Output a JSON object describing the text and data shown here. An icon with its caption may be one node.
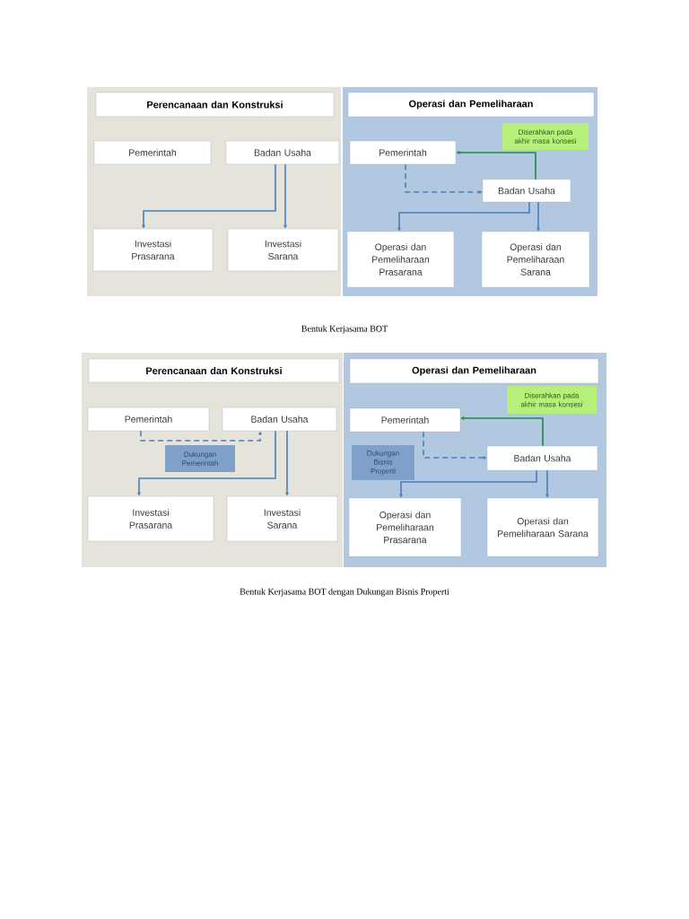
{
  "diagram": {
    "nodes": [
      {
        "text": [
          "Perencanaan dan Konstruksi"
        ]
      },
      {
        "text": [
          "Pemerintah"
        ]
      },
      {
        "text": [
          "Badan Usaha"
        ]
      },
      {
        "text": [
          "Investasi Prasarana"
        ]
      },
      {
        "text": [
          "Investasi Sarana"
        ]
      },
      {
        "text": [
          "Operasi dan Pemeliharaan"
        ]
      },
      {
        "text": [
          "Diserahkan pada akhir masa konsesi"
        ]
      },
      {
        "text": [
          "Pemerintah"
        ]
      },
      {
        "text": [
          "Badan Usaha"
        ]
      },
      {
        "text": [
          "Operasi dan Pemeliharaan Prasarana"
        ]
      },
      {
        "text": [
          "Operasi dan Pemeliharaan Sarana"
        ]
      },
      {
        "text": [
          "Perencanaan dan Konstruksi"
        ]
      },
      {
        "text": [
          "Pemerintah"
        ]
      },
      {
        "text": [
          "Badan Usaha"
        ]
      },
      {
        "text": [
          "Dukungan Pemerintah"
        ]
      },
      {
        "text": [
          "Investasi Prasarana"
        ]
      },
      {
        "text": [
          "Investasi Sarana"
        ]
      },
      {
        "text": [
          "Operasi dan Pemeliharaan"
        ]
      },
      {
        "text": [
          "Diserahkan pada akhir masa konsesi"
        ]
      },
      {
        "text": [
          "Pemerintah"
        ]
      },
      {
        "text": [
          "Dukungan Bisnis Properti"
        ]
      },
      {
        "text": [
          "Badan Usaha"
        ]
      },
      {
        "text": [
          "Operasi dan Pemeliharaan Prasarana"
        ]
      },
      {
        "text": [
          "Operasi dan Pemeliharaan Sarana"
        ]
      }
    ],
    "edges": [
      {
        "from": 2,
        "to": 3,
        "arrow": "to"
      },
      {
        "from": 2,
        "to": 4,
        "arrow": "to"
      },
      {
        "from": 8,
        "to": 7,
        "arrow": "to",
        "color": "#1e8c3a"
      },
      {
        "from": 7,
        "to": 8,
        "arrow": "to",
        "style": "dashed"
      },
      {
        "from": 8,
        "to": 9,
        "arrow": "to"
      },
      {
        "from": 8,
        "to": 10,
        "arrow": "to"
      },
      {
        "from": 12,
        "to": 13,
        "arrow": "to",
        "style": "dashed"
      },
      {
        "from": 13,
        "to": 15,
        "arrow": "to"
      },
      {
        "from": 13,
        "to": 16,
        "arrow": "to"
      },
      {
        "from": 21,
        "to": 19,
        "arrow": "to",
        "color": "#1e8c3a"
      },
      {
        "from": 19,
        "to": 21,
        "arrow": "to",
        "style": "dashed"
      },
      {
        "from": 21,
        "to": 22,
        "arrow": "to"
      },
      {
        "from": 21,
        "to": 23,
        "arrow": "to"
      }
    ],
    "labels": [
      "Bentuk Kerjasama BOT",
      "Bentuk Kerjasama BOT dengan Dukungan Bisnis Properti"
    ]
  }
}
